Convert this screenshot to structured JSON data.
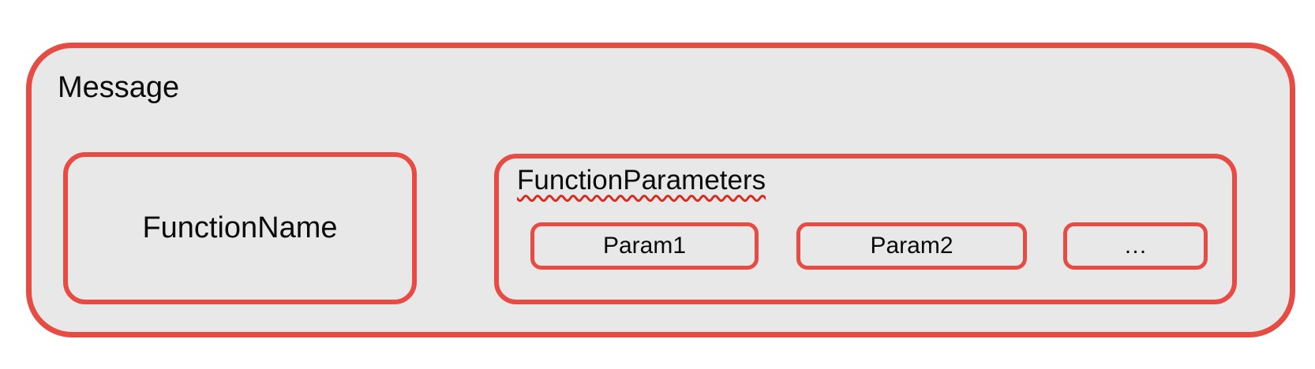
{
  "message": {
    "label": "Message"
  },
  "function_name": {
    "label": "FunctionName"
  },
  "function_parameters": {
    "label": "FunctionParameters",
    "params": [
      {
        "label": "Param1"
      },
      {
        "label": "Param2"
      },
      {
        "label": "…"
      }
    ]
  },
  "colors": {
    "border": "#e64c43",
    "fill": "#e8e8e8",
    "text": "#0a0a0a",
    "squiggle": "#d92b1f"
  }
}
